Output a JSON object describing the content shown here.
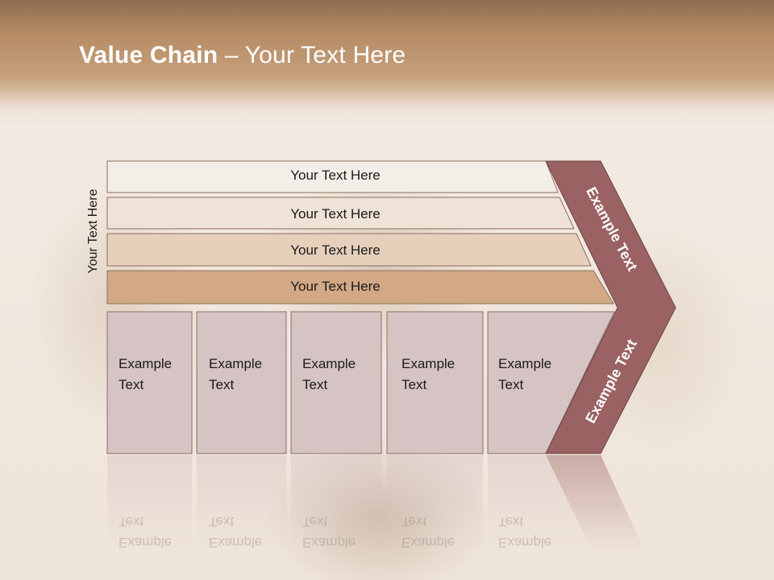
{
  "title": {
    "bold": "Value Chain",
    "rest": " – Your Text Here"
  },
  "side_label": "Your Text Here",
  "bars": [
    {
      "label": "Your Text Here"
    },
    {
      "label": "Your Text Here"
    },
    {
      "label": "Your Text Here"
    },
    {
      "label": "Your Text Here"
    }
  ],
  "boxes": [
    {
      "line1": "Example",
      "line2": "Text"
    },
    {
      "line1": "Example",
      "line2": "Text"
    },
    {
      "line1": "Example",
      "line2": "Text"
    },
    {
      "line1": "Example",
      "line2": "Text"
    },
    {
      "line1": "Example",
      "line2": "Text"
    }
  ],
  "chevron": {
    "upper": "Example Text",
    "lower": "Example Text"
  },
  "colors": {
    "bar1": "#f4eee8",
    "bar2": "#efe2d6",
    "bar3": "#e6d0bc",
    "bar4": "#d3a985",
    "box": "#d6c3c3",
    "chevron": "#9a6262",
    "header": "#b58b64"
  }
}
